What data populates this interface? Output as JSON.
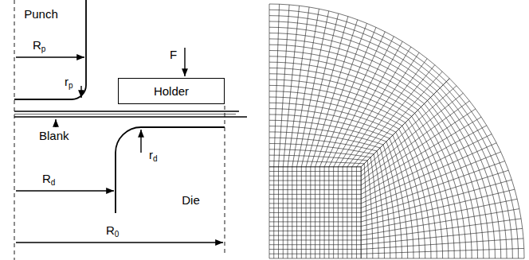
{
  "diagram": {
    "nodes": [
      {
        "text": [
          "Punch"
        ]
      },
      {
        "text": [
          "Holder"
        ]
      },
      {
        "text": [
          "Die"
        ]
      }
    ],
    "labels": [
      "F",
      "Rp",
      "rp",
      "Blank",
      "rd",
      "Rd",
      "R0"
    ]
  }
}
